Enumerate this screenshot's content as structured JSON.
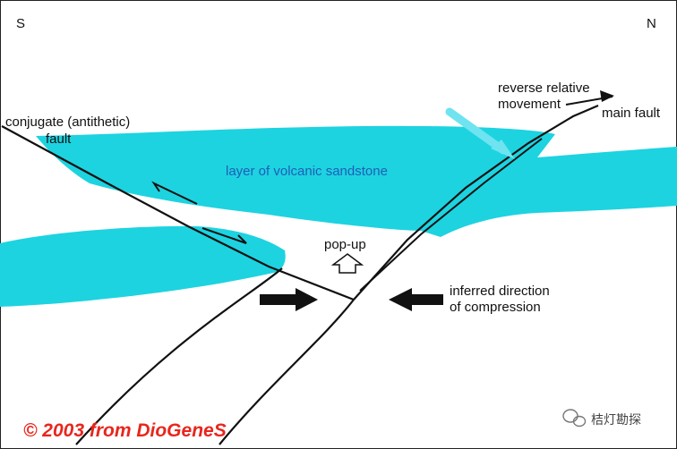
{
  "compass": {
    "south": "S",
    "north": "N"
  },
  "labels": {
    "conjugate_fault_line1": "conjugate (antithetic)",
    "conjugate_fault_line2": "fault",
    "layer": "layer of volcanic sandstone",
    "reverse_movement_line1": "reverse relative",
    "reverse_movement_line2": "movement",
    "main_fault": "main fault",
    "pop_up": "pop-up",
    "compression_line1": "inferred direction",
    "compression_line2": "of compression"
  },
  "copyright": "© 2003 from DioGeneS",
  "watermark": "桔灯勘探",
  "colors": {
    "layer": "#1dd3e0",
    "layer_label": "#1f5fb8",
    "copyright": "#e8261d",
    "ink": "#111111",
    "highlight_arrow": "#6fe3f0"
  }
}
